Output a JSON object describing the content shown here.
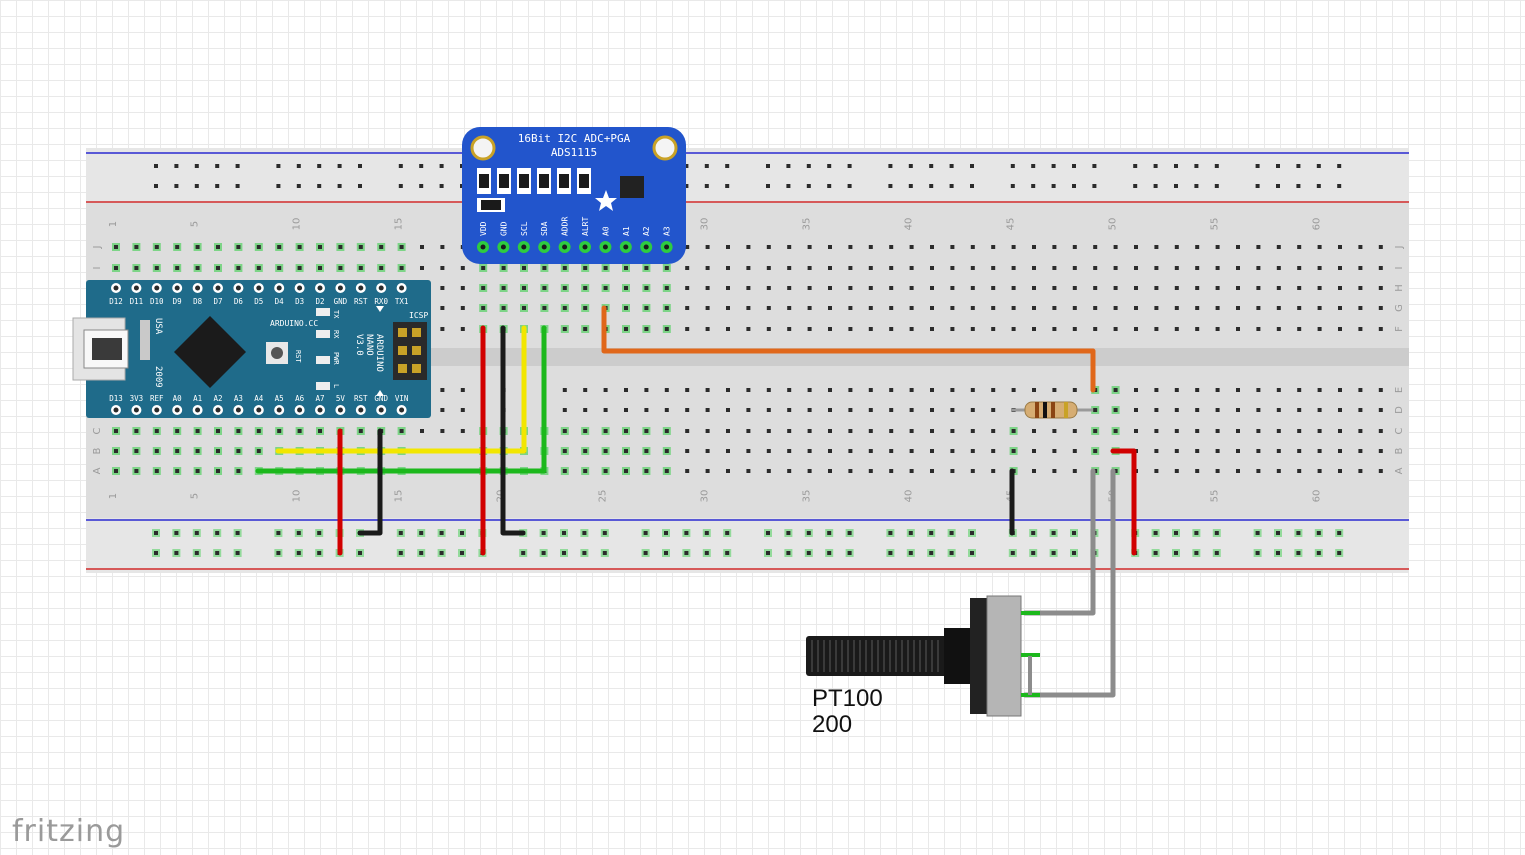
{
  "app": {
    "watermark": "fritzing"
  },
  "breadboard": {
    "column_numbers": [
      "1",
      "5",
      "10",
      "15",
      "20",
      "25",
      "30",
      "35",
      "40",
      "45",
      "50",
      "55",
      "60"
    ],
    "row_letters_top": [
      "J",
      "I",
      "H",
      "G",
      "F"
    ],
    "row_letters_bottom": [
      "E",
      "D",
      "C",
      "B",
      "A"
    ]
  },
  "arduino": {
    "top_pins": [
      "D12",
      "D11",
      "D10",
      "D9",
      "D8",
      "D7",
      "D6",
      "D5",
      "D4",
      "D3",
      "D2",
      "GND",
      "RST",
      "RX0",
      "TX1"
    ],
    "bottom_pins": [
      "D13",
      "3V3",
      "REF",
      "A0",
      "A1",
      "A2",
      "A3",
      "A4",
      "A5",
      "A6",
      "A7",
      "5V",
      "RST",
      "GND",
      "VIN"
    ],
    "brand": "ARDUINO.CC",
    "model": "ARDUINO",
    "model2": "NANO",
    "version": "V3.0",
    "year": "2009",
    "origin": "USA",
    "rst_label": "RST",
    "icsp_label": "ICSP",
    "led_labels": [
      "TX",
      "RX",
      "PWR",
      "L"
    ]
  },
  "adc": {
    "title": "16Bit I2C ADC+PGA",
    "chip": "ADS1115",
    "pins": [
      "VDD",
      "GND",
      "SCL",
      "SDA",
      "ADDR",
      "ALRT",
      "A0",
      "A1",
      "A2",
      "A3"
    ]
  },
  "potentiometer": {
    "name": "PT100",
    "value": "200"
  },
  "colors": {
    "wire_red": "#d10000",
    "wire_black": "#1a1a1a",
    "wire_yellow": "#f2e600",
    "wire_green": "#1cb81c",
    "wire_orange": "#e0671a",
    "wire_gray": "#8c8c8c",
    "arduino_board": "#1f6b8a",
    "adc_board": "#2255cc"
  }
}
